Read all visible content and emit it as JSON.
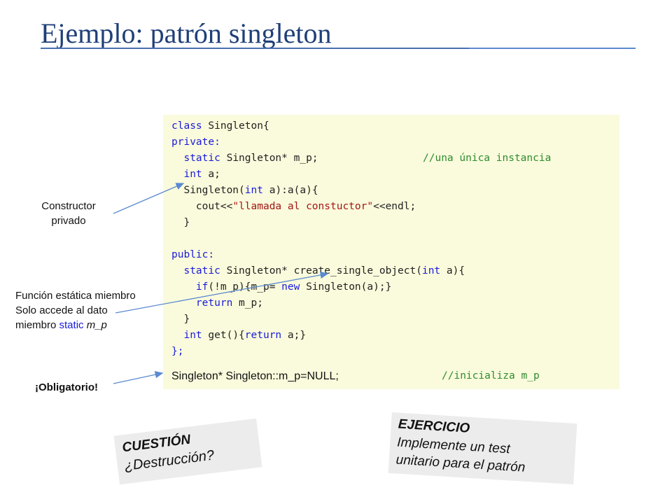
{
  "slide": {
    "title": "Ejemplo: patrón singleton"
  },
  "code": {
    "line1": "class Singleton{",
    "line2": "private:",
    "line3_kw": "static",
    "line3_rest": " Singleton* m_p;",
    "line3_comment": "//una única instancia",
    "line4_kw": "int",
    "line4_rest": " a;",
    "line5_name": "Singleton",
    "line5_kw": "int",
    "line5_rest": " a):a(a){",
    "line6_pre": "cout<<",
    "line6_str": "\"llamada al constuctor\"",
    "line6_post": "<<endl;",
    "line7": "}",
    "line9": "public:",
    "line10_kw": "static",
    "line10_mid": " Singleton* ",
    "line10_fn": "create_single_object",
    "line10_kw2": "int",
    "line10_rest": " a){",
    "line11_kw": "if",
    "line11_mid": "(!m_p){m_p= ",
    "line11_kw2": "new",
    "line11_rest": " Singleton(a);}",
    "line12_kw": "return",
    "line12_rest": " m_p;",
    "line13": "}",
    "line14_kw": "int",
    "line14_mid": " get(){",
    "line14_kw2": "return",
    "line14_rest": " a;}",
    "line15": "};",
    "line17_text": "Singleton* Singleton::m_p=NULL;",
    "line17_comment": "//inicializa m_p"
  },
  "notes": {
    "constructor_line1": "Constructor",
    "constructor_line2": "privado",
    "static_fn_line1": "Función estática miembro",
    "static_fn_line2": "Solo accede al dato",
    "static_fn_line3_pre": "miembro ",
    "static_fn_line3_kw": "static",
    "static_fn_line3_var": "m_p",
    "mandatory": "¡Obligatorio!"
  },
  "cards": {
    "question_title": "CUESTIÓN",
    "question_body": "¿Destrucción?",
    "exercise_title": "EJERCICIO",
    "exercise_line1": "Implemente un test",
    "exercise_line2": "unitario para el patrón"
  },
  "colors": {
    "title": "#1f3f78",
    "code_bg": "#fafbdc",
    "keyword": "#1a1adb",
    "comment": "#2e8b2e",
    "arrow": "#5b8ad0"
  }
}
